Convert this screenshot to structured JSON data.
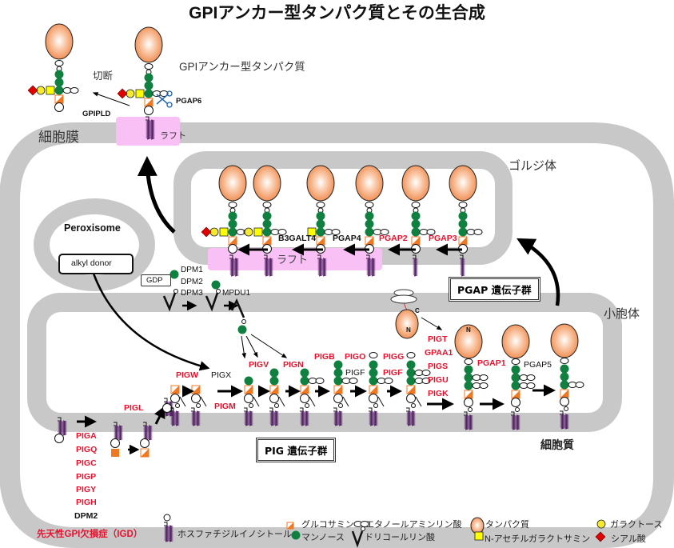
{
  "title": "GPIアンカー型タンパク質とその生合成",
  "organelles": {
    "cell_membrane": "細胞膜",
    "golgi": "ゴルジ体",
    "er": "小胞体",
    "cytoplasm": "細胞質",
    "peroxisome": "Peroxisome"
  },
  "raft_label": "ラフト",
  "top": {
    "protein_label": "GPIアンカー型タンパク質",
    "cleave_label": "切断",
    "enzymes": [
      "GPIPLD",
      "PGAP6"
    ]
  },
  "golgi_enzymes": [
    {
      "name": "B3GALT4",
      "color": "black"
    },
    {
      "name": "PGAP4",
      "color": "black"
    },
    {
      "name": "PGAP2",
      "color": "red"
    },
    {
      "name": "PGAP3",
      "color": "red"
    }
  ],
  "alkyl_donor": "alkyl donor",
  "gdp": "GDP",
  "dpm": [
    "DPM1",
    "DPM2",
    "DPM3"
  ],
  "mpdu1": "MPDU1",
  "pgap_group": "PGAP 遺伝子群",
  "pig_group": "PIG 遺伝子群",
  "er_enzymes": {
    "pigl": "PIGL",
    "pigw": "PIGW",
    "pigx": "PIGX",
    "pigm": "PIGM",
    "pigv": "PIGV",
    "pign": "PIGN",
    "pigb": "PIGB",
    "pigo": "PIGO",
    "pigf_black": "PIGF",
    "pigg": "PIGG",
    "pigf_red": "PIGF",
    "transamidase": [
      "PIGT",
      "GPAA1",
      "PIGS",
      "PIGU",
      "PIGK"
    ],
    "pgap1": "PGAP1",
    "pgap5": "PGAP5"
  },
  "first_step_enzymes": [
    {
      "name": "PIGA",
      "color": "red"
    },
    {
      "name": "PIGQ",
      "color": "red"
    },
    {
      "name": "PIGC",
      "color": "red"
    },
    {
      "name": "PIGP",
      "color": "red"
    },
    {
      "name": "PIGY",
      "color": "red"
    },
    {
      "name": "PIGH",
      "color": "red"
    },
    {
      "name": "DPM2",
      "color": "black"
    }
  ],
  "protein_terminals": {
    "c": "C",
    "n": "N"
  },
  "igd_label": "先天性GPI欠損症（IGD）",
  "legend": {
    "pi": "ホスファチジルイノシトール",
    "glcn": "グルコサミン",
    "man": "マンノース",
    "etnp": "エタノールアミンリン酸",
    "dolp": "ドリコールリン酸",
    "protein": "タンパク質",
    "galnac": "N-アセチルガラクトサミン",
    "gal": "ガラクトース",
    "sia": "シアル酸"
  },
  "colors": {
    "membrane_gray": "#c8c8c8",
    "raft_pink": "#f9c0f5",
    "mannose_green": "#108040",
    "glcn_orange": "#f07820",
    "protein_orange": "#f39a62",
    "galnac_yellow": "#ffff00",
    "gal_yellow": "#f5ea30",
    "sia_red": "#e00000",
    "red_text": "#e8112d"
  }
}
